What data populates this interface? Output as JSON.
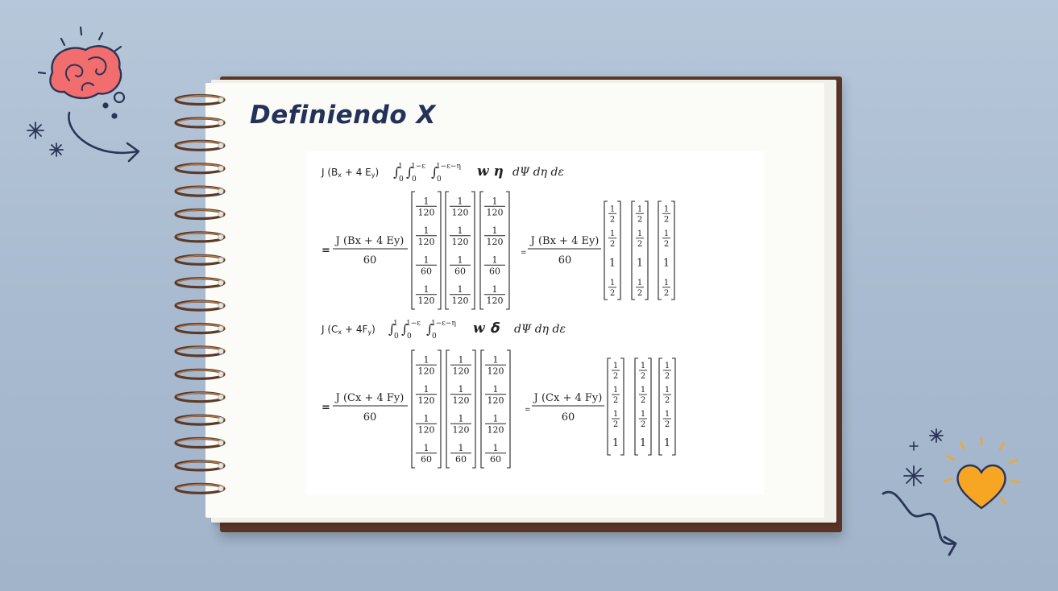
{
  "title": "Definiendo X",
  "line1_prefix": "J (B",
  "line1_sub_x": "x",
  "line1_mid": " + 4 E",
  "line1_sub_y": "y",
  "line1_close": ")",
  "line2_prefix": "J (C",
  "line2_sub_x": "x",
  "line2_mid": " + 4F",
  "line2_sub_y": "y",
  "line2_close": ")",
  "integral_limits": {
    "outer_lower": "0",
    "outer_upper": "1",
    "middle_upper": "1−ε",
    "inner_upper": "1−ε−η"
  },
  "integrand1": "𝒘 η",
  "integrand2": "𝒘 𝝳",
  "differentials": "dΨ dη dε",
  "frac1_num": "J (Bx + 4 Ey)",
  "frac2_num": "J (Cx + 4 Fy)",
  "frac_den": "60",
  "eq_sign": "=",
  "matrix_set1": [
    "1/120",
    "1/120",
    "1/60",
    "1/120"
  ],
  "matrix_set2": [
    "1/120",
    "1/120",
    "1/120",
    "1/60"
  ],
  "result_set1": [
    "1/2",
    "1/2",
    "1",
    "1/2"
  ],
  "result_set2": [
    "1/2",
    "1/2",
    "1/2",
    "1"
  ],
  "colors": {
    "background": "#aebfd3",
    "cover": "#5a3427",
    "page": "#fbfbf8",
    "title": "#243159",
    "brain": "#f26d6d",
    "heart": "#f6a623",
    "ink": "#2a3556"
  }
}
